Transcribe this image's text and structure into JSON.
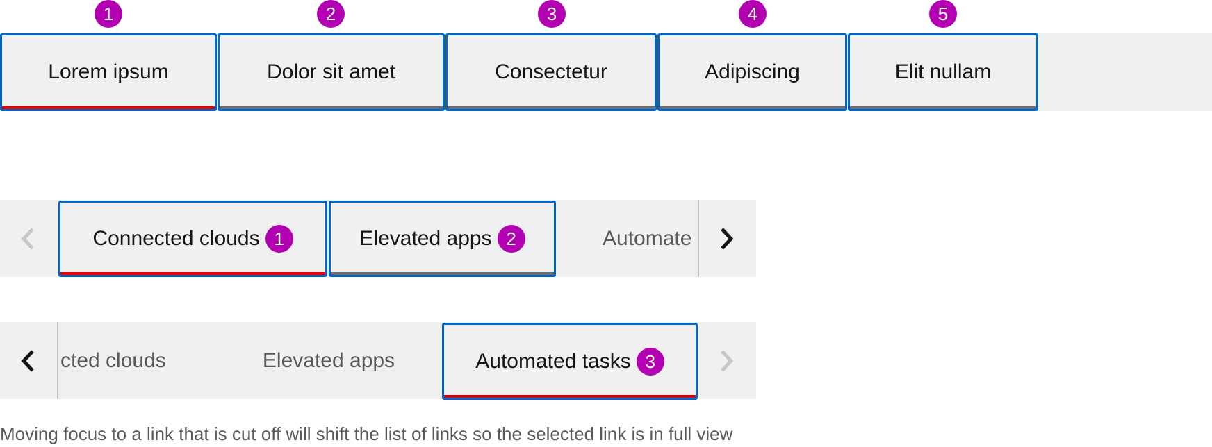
{
  "example1": {
    "tabs": [
      {
        "label": "Lorem ipsum",
        "badge": "1"
      },
      {
        "label": "Dolor sit amet",
        "badge": "2"
      },
      {
        "label": "Consectetur",
        "badge": "3"
      },
      {
        "label": "Adipiscing",
        "badge": "4"
      },
      {
        "label": "Elit nullam",
        "badge": "5"
      }
    ],
    "selected_tab": "Lorem ipsum"
  },
  "example2": {
    "tabs": [
      {
        "label": "Connected clouds",
        "badge": "1"
      },
      {
        "label": "Elevated apps",
        "badge": "2"
      },
      {
        "label": "Automate"
      }
    ],
    "selected_tab": "Connected clouds",
    "left_arrow": {
      "icon": "chevron-left-icon",
      "disabled": true
    },
    "right_arrow": {
      "icon": "chevron-right-icon",
      "disabled": false
    }
  },
  "example3": {
    "tabs": [
      {
        "label": "cted clouds"
      },
      {
        "label": "Elevated apps"
      },
      {
        "label": "Automated tasks",
        "badge": "3"
      }
    ],
    "selected_tab": "Automated tasks",
    "left_arrow": {
      "icon": "chevron-left-icon",
      "disabled": false
    },
    "right_arrow": {
      "icon": "chevron-right-icon",
      "disabled": true
    }
  },
  "caption": "Moving focus to a link that is cut off will shift the list of links so the selected link is in full view",
  "colors": {
    "focus_ring": "#0066cc",
    "selected_bar": "#ee0000",
    "unselected_bar": "#6a6e73",
    "badge": "#b300b3",
    "tab_background": "#f0f0f0"
  }
}
